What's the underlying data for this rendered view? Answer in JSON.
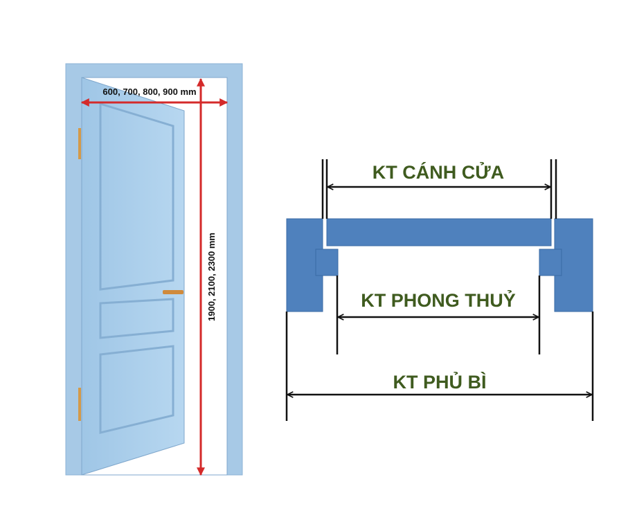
{
  "door": {
    "width_label": "600, 700, 800, 900 mm",
    "height_label": "1900, 2100, 2300 mm"
  },
  "plan": {
    "leaf_label": "KT CÁNH CỬA",
    "clear_label": "KT PHONG THUỶ",
    "overall_label": "KT PHỦ BÌ"
  },
  "colors": {
    "door": "#a9cdea",
    "frame_blue": "#4f81bd",
    "arrow_red": "#d42a2a",
    "label_green": "#3f5b1f"
  }
}
